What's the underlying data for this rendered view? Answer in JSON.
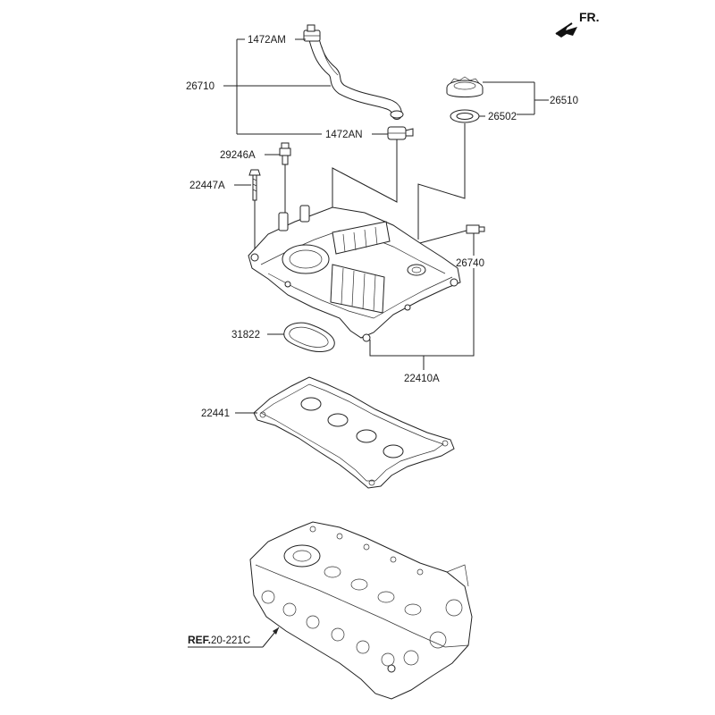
{
  "orientation": {
    "label": "FR."
  },
  "labels": {
    "p1472AM": "1472AM",
    "p26710": "26710",
    "p1472AN": "1472AN",
    "p29246A": "29246A",
    "p22447A": "22447A",
    "p26510": "26510",
    "p26502": "26502",
    "p26740": "26740",
    "p31822": "31822",
    "p22410A": "22410A",
    "p22441": "22441"
  },
  "reference": {
    "prefix": "REF.",
    "code": "20-221C"
  },
  "colors": {
    "line": "#222222",
    "background": "#ffffff"
  }
}
